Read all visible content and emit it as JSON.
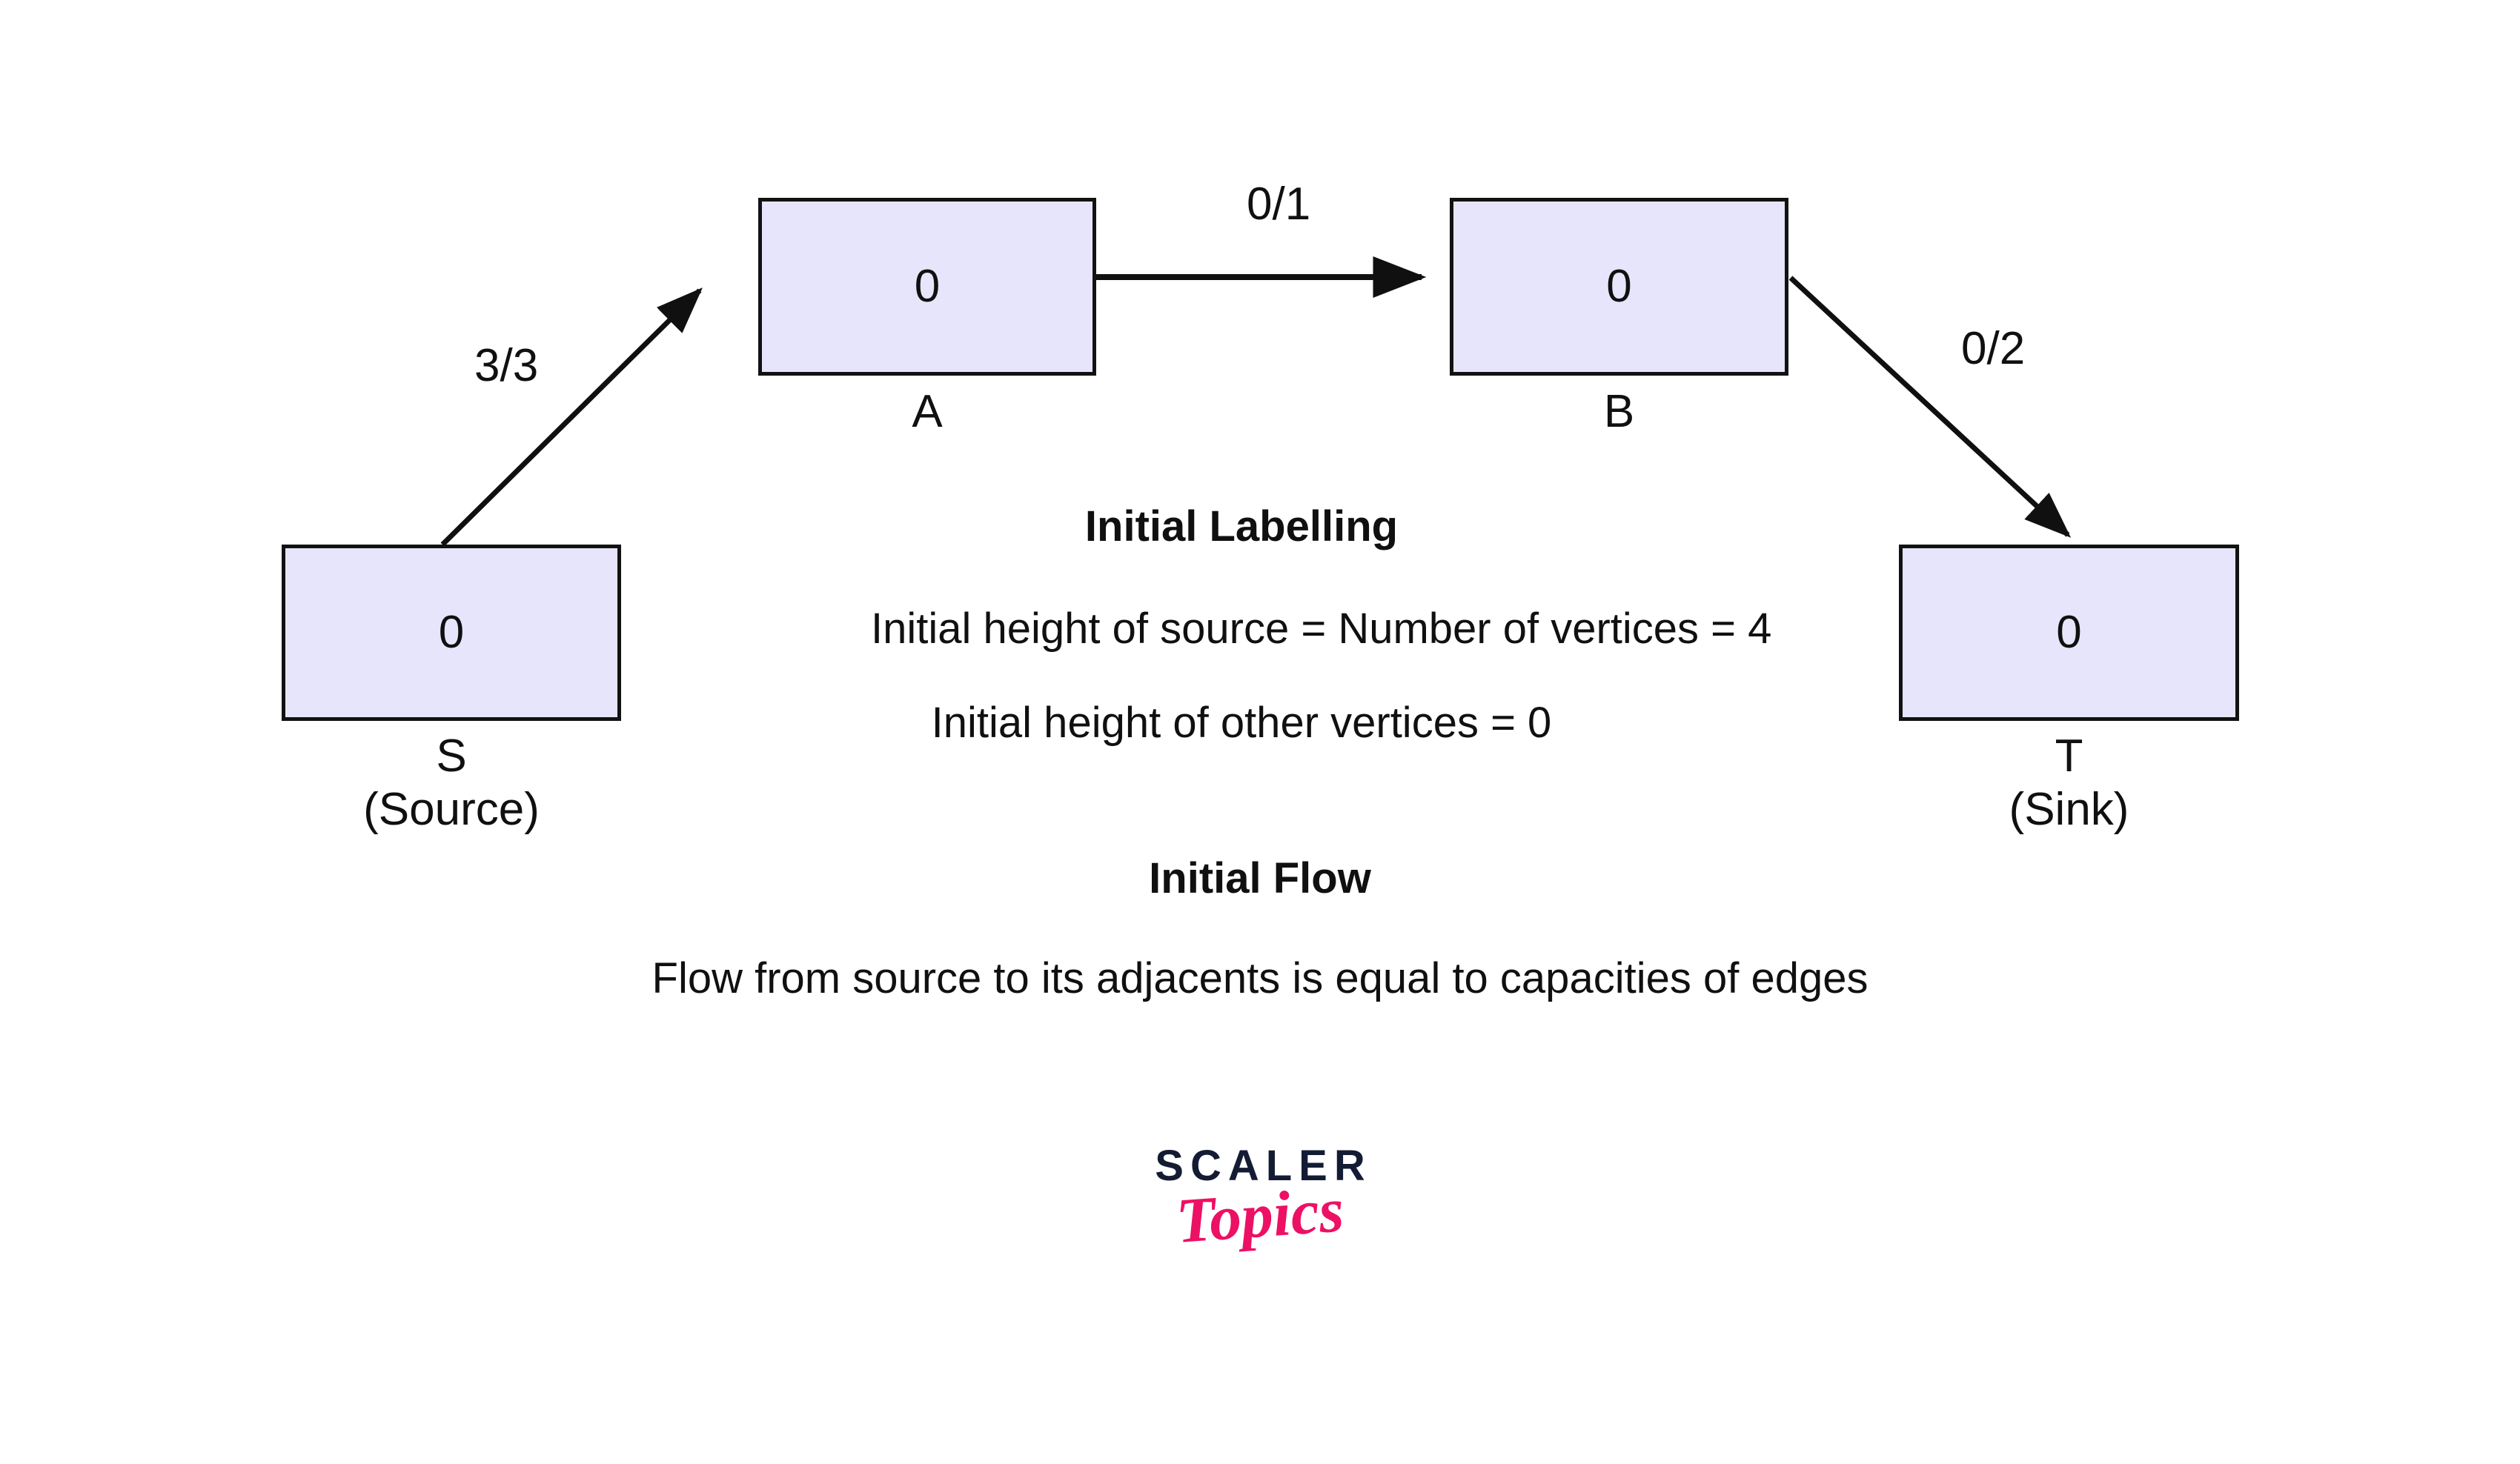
{
  "diagram": {
    "title_hidden": "",
    "nodes": [
      {
        "id": "S",
        "value": "0",
        "caption": "S\n(Source)"
      },
      {
        "id": "A",
        "value": "0",
        "caption": "A"
      },
      {
        "id": "B",
        "value": "0",
        "caption": "B"
      },
      {
        "id": "T",
        "value": "0",
        "caption": "T\n(Sink)"
      }
    ],
    "edges": [
      {
        "from": "S",
        "to": "A",
        "label": "3/3"
      },
      {
        "from": "A",
        "to": "B",
        "label": "0/1"
      },
      {
        "from": "B",
        "to": "T",
        "label": "0/2"
      }
    ],
    "annotations": {
      "labelling_heading": "Initial Labelling",
      "labelling_line1": "Initial height of source = Number of vertices = 4",
      "labelling_line2": "Initial height of other vertices = 0",
      "flow_heading": "Initial Flow",
      "flow_line1": "Flow from source to its adjacents is equal to capacities of edges"
    }
  },
  "logo": {
    "word_primary": "SCALER",
    "word_secondary": "Topics",
    "color_primary": "#131c33",
    "color_secondary": "#ec1164"
  },
  "colors": {
    "node_fill": "#e7e5fb",
    "node_border": "#121212",
    "text": "#101010",
    "background": "#ffffff"
  }
}
